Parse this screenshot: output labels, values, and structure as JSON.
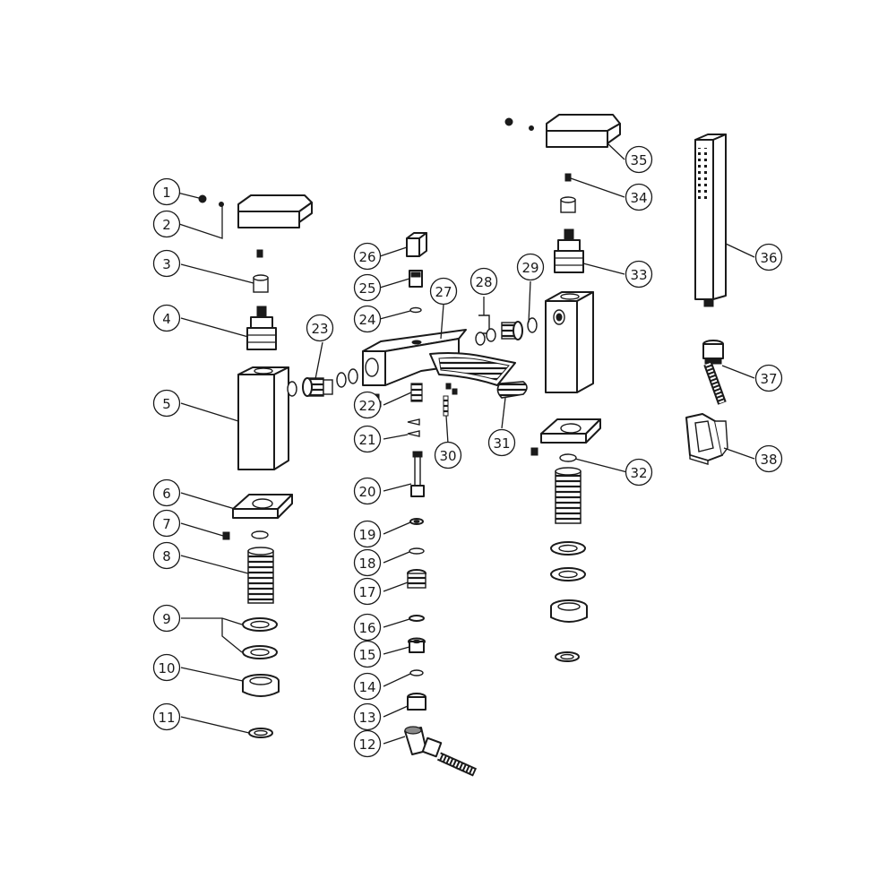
{
  "diagram": {
    "callouts": [
      "1",
      "2",
      "3",
      "4",
      "5",
      "6",
      "7",
      "8",
      "9",
      "10",
      "11",
      "12",
      "13",
      "14",
      "15",
      "16",
      "17",
      "18",
      "19",
      "20",
      "21",
      "22",
      "23",
      "24",
      "25",
      "26",
      "27",
      "28",
      "29",
      "30",
      "31",
      "32",
      "33",
      "34",
      "35",
      "36",
      "37",
      "38"
    ]
  }
}
